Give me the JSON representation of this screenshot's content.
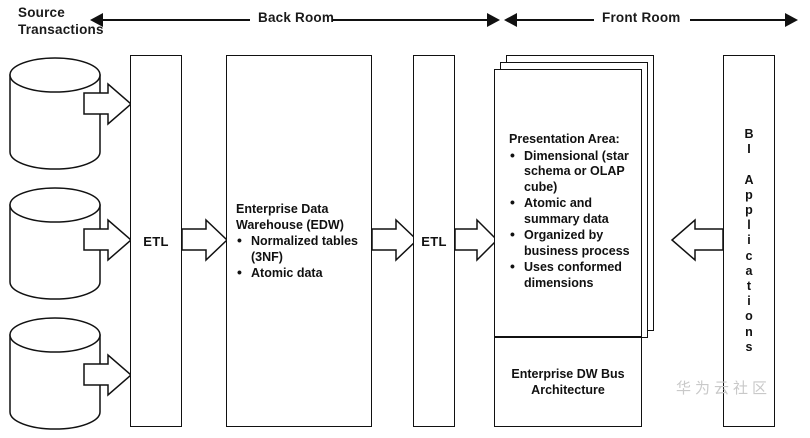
{
  "header": {
    "source_label_line1": "Source",
    "source_label_line2": "Transactions",
    "back_room_label": "Back Room",
    "front_room_label": "Front Room"
  },
  "sources": {
    "cylinder_count": 3,
    "arrow_icon": "block-arrow-right-icon"
  },
  "etl_first": {
    "label": "ETL"
  },
  "etl_second": {
    "label": "ETL"
  },
  "edw": {
    "title_line1": "Enterprise Data",
    "title_line2": "Warehouse (EDW)",
    "bullets": [
      "Normalized tables (3NF)",
      "Atomic data"
    ]
  },
  "presentation": {
    "title": "Presentation Area:",
    "bullets": [
      "Dimensional (star schema or OLAP cube)",
      "Atomic and summary data",
      "Organized by business process",
      "Uses conformed dimensions"
    ],
    "sheet_count": 3
  },
  "bus": {
    "line1": "Enterprise DW Bus",
    "line2": "Architecture"
  },
  "bi": {
    "vertical_text": "BI Applications",
    "stacked": "B\nI\n\nA\np\np\nl\ni\nc\na\nt\ni\no\nn\ns"
  },
  "watermark": {
    "text": "华为云社区"
  },
  "colors": {
    "stroke": "#111111",
    "background": "#ffffff",
    "watermark": "#c9c9c9"
  }
}
